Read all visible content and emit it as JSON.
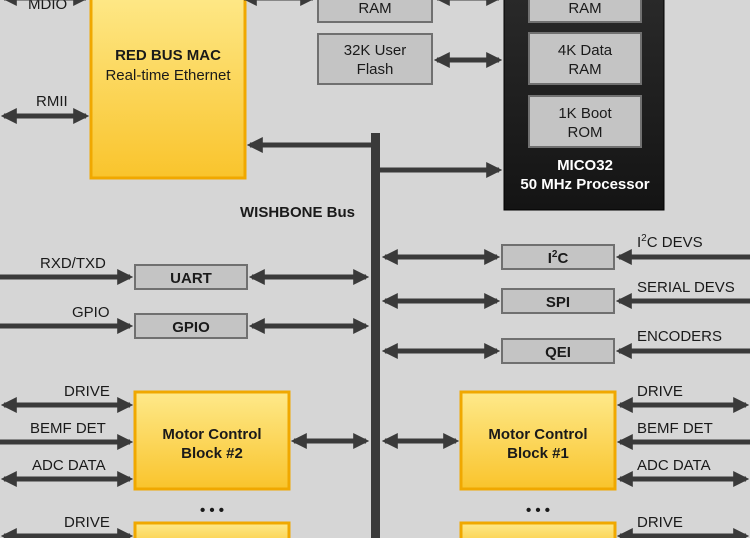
{
  "signals": {
    "mdio": "MDIO",
    "rmii": "RMII",
    "rxd_txd": "RXD/TXD",
    "gpio": "GPIO",
    "drive": "DRIVE",
    "bemf_det": "BEMF DET",
    "adc_data": "ADC DATA",
    "i2c_devs_prefix": "I",
    "i2c_devs_sup": "2",
    "i2c_devs_suffix": "C DEVS",
    "serial_devs": "SERIAL DEVS",
    "encoders": "ENCODERS"
  },
  "bus": {
    "label": "WISHBONE Bus"
  },
  "mac": {
    "line1": "RED BUS MAC",
    "line2": "Real-time Ethernet"
  },
  "memory": {
    "ram_top": "RAM",
    "user_flash_line1": "32K User",
    "user_flash_line2": "Flash"
  },
  "processor": {
    "ram_top": "RAM",
    "data_ram_line1": "4K Data",
    "data_ram_line2": "RAM",
    "boot_rom_line1": "1K Boot",
    "boot_rom_line2": "ROM",
    "name": "MICO32",
    "subtitle": "50 MHz Processor"
  },
  "peripherals": {
    "uart": "UART",
    "gpio": "GPIO",
    "i2c_prefix": "I",
    "i2c_sup": "2",
    "i2c_suffix": "C",
    "spi": "SPI",
    "qei": "QEI"
  },
  "motor": {
    "left_line1": "Motor Control",
    "left_line2": "Block #2",
    "right_line1": "Motor Control",
    "right_line2": "Block #1",
    "ellipsis": "• • •"
  },
  "colors": {
    "background": "#d6d6d6",
    "arrow": "#3a3a3a",
    "gray_box": "#c4c4c4",
    "gray_border": "#707070",
    "yellow_fill": "#fbd54a",
    "yellow_border": "#f0a800",
    "processor": "#1e1e1e"
  }
}
